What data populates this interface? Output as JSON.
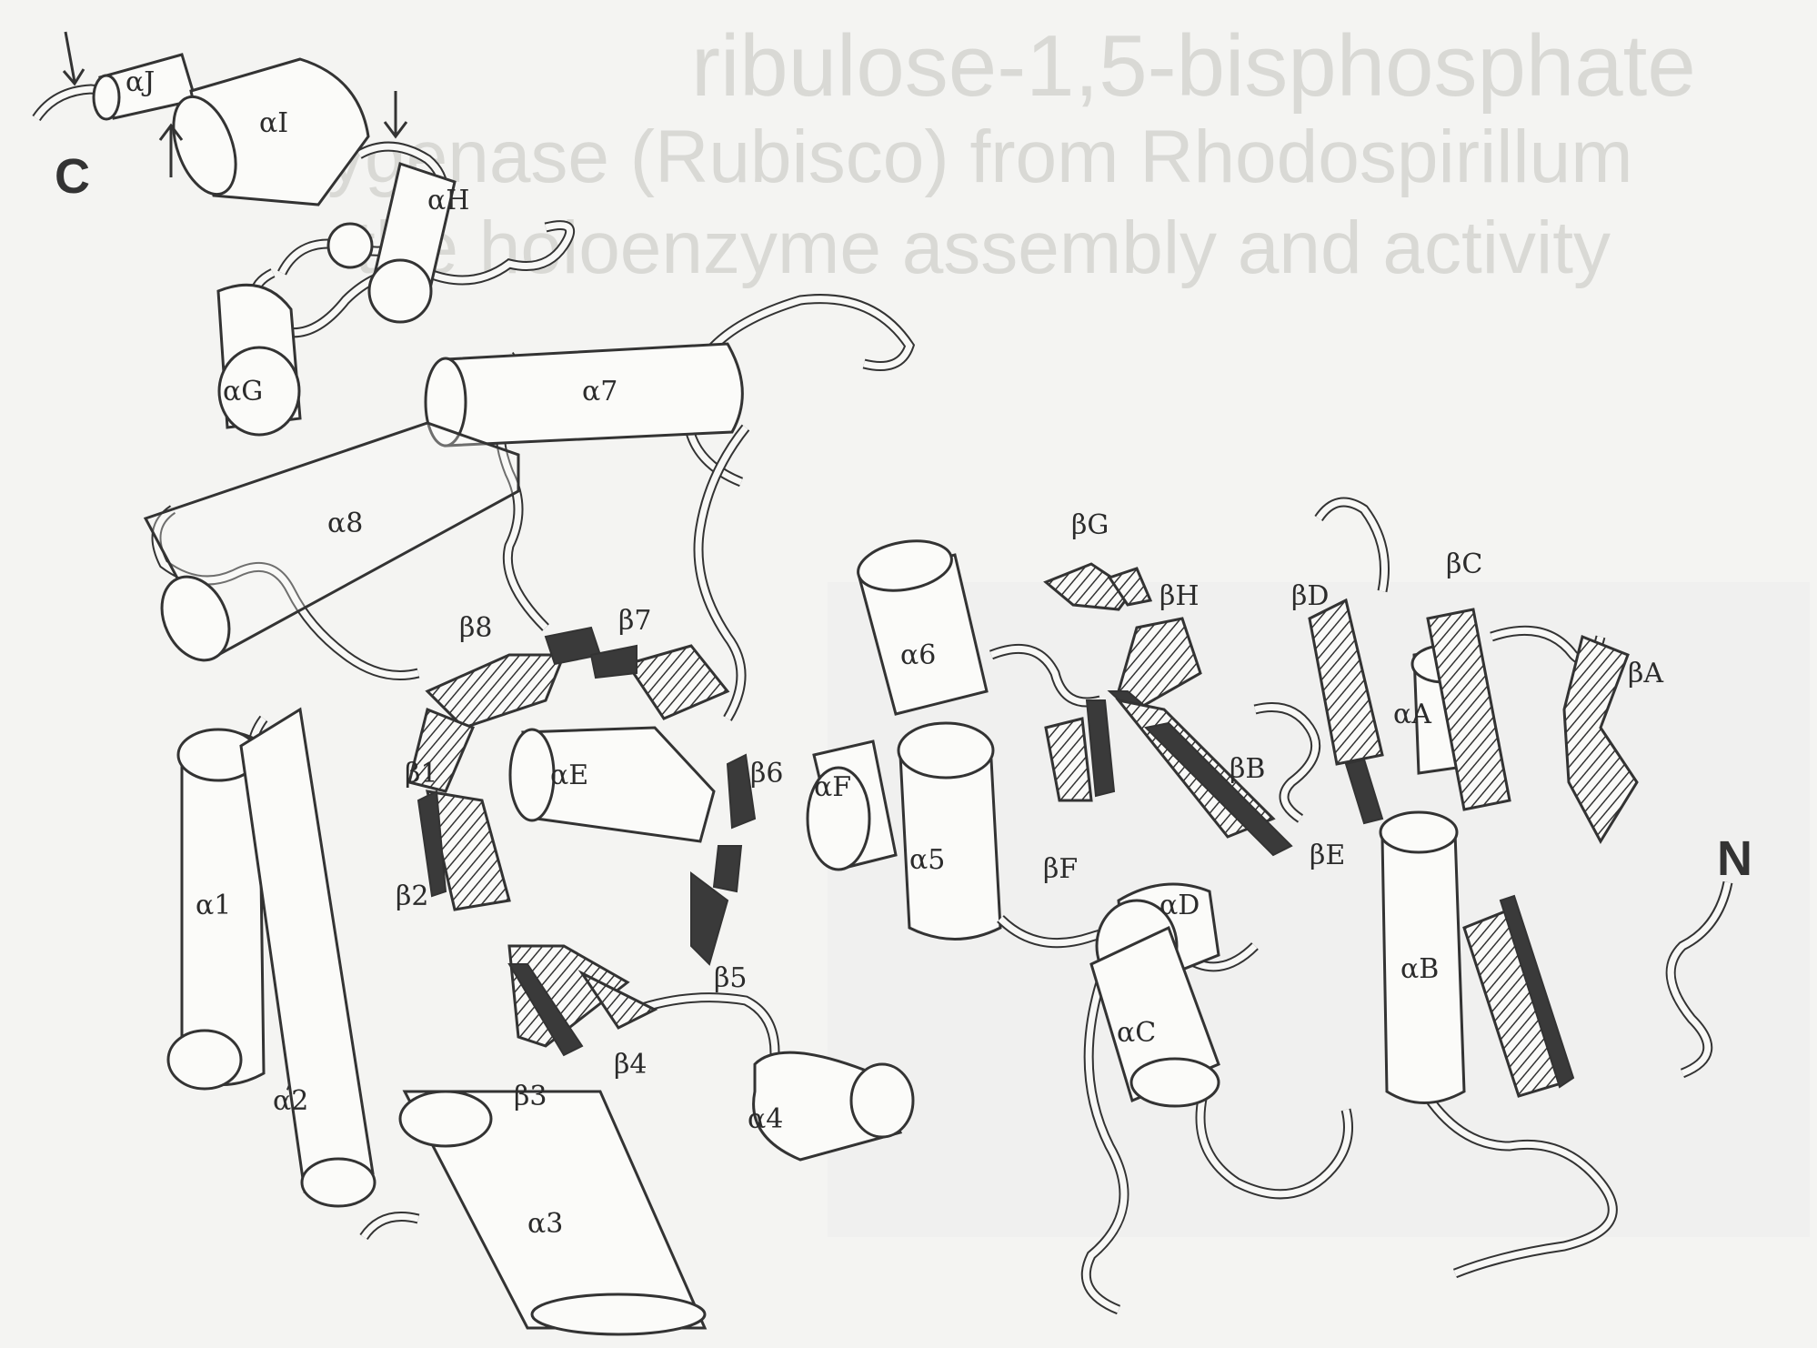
{
  "terminals": {
    "c": "C",
    "n": "N"
  },
  "labels": {
    "aJ": "αJ",
    "aI": "αI",
    "aH": "αH",
    "aG": "αG",
    "a7": "α7",
    "a8": "α8",
    "a6": "α6",
    "aE": "αE",
    "aF": "αF",
    "a5": "α5",
    "a1": "α1",
    "a2": "α2",
    "a3": "α3",
    "a4": "α4",
    "aD": "αD",
    "aC": "αC",
    "aB": "αB",
    "aA": "αA",
    "b1": "β1",
    "b2": "β2",
    "b3": "β3",
    "b4": "β4",
    "b5": "β5",
    "b6": "β6",
    "b7": "β7",
    "b8": "β8",
    "bA": "βA",
    "bB": "βB",
    "bC": "βC",
    "bD": "βD",
    "bE": "βE",
    "bF": "βF",
    "bG": "βG",
    "bH": "βH"
  },
  "background_text": {
    "title_lines": [
      "ribulose-1,5-bisphosphate",
      "ygenase (Rubisco) from Rhodospirillum",
      "the holoenzyme assembly and activity"
    ]
  },
  "colors": {
    "ink": "#333333",
    "paper": "#f4f4f2",
    "bleed": "#d9d9d5"
  }
}
